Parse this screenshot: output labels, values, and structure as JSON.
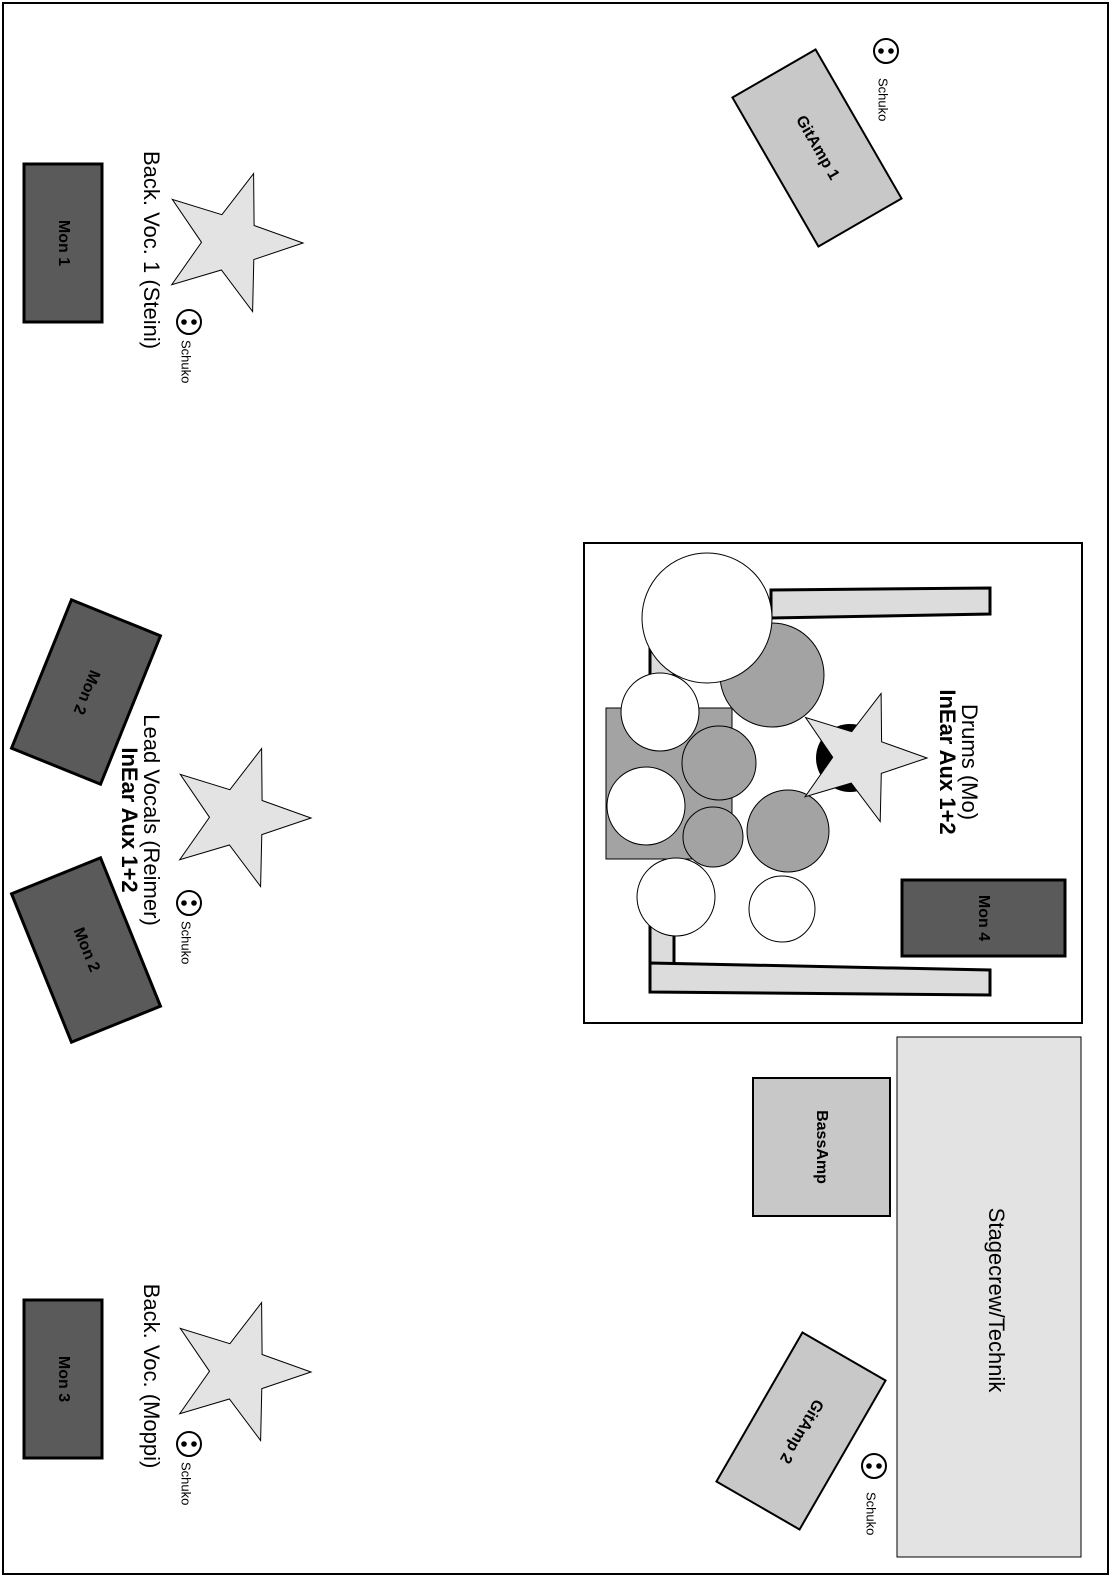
{
  "monitors": {
    "mon1": "Mon 1",
    "mon2_left": "Mon 2",
    "mon2_right": "Mon 2",
    "mon3": "Mon 3",
    "mon4": "Mon 4"
  },
  "amps": {
    "gitamp1": "GitAmp 1",
    "gitamp2": "GitAmp 2",
    "bassamp": "BassAmp"
  },
  "performers": {
    "back_voc_1": "Back. Voc. 1 (Steini)",
    "lead_vocals": "Lead Vocals (Reimer)",
    "lead_inear": "InEar Aux 1+2",
    "back_voc_2": "Back. Voc. (Moppi)",
    "drums": "Drums (Mo)",
    "drums_inear": "InEar Aux 1+2"
  },
  "stagecrew": "Stagecrew/Technik",
  "outlet_label": "Schuko",
  "colors": {
    "monitor": "#5a5a5a",
    "amp": "#c8c8c8",
    "star": "#e3e3e3",
    "drum_dark": "#a3a3a3",
    "riser": "#dcdcdc",
    "stagecrew": "#e3e3e3"
  }
}
